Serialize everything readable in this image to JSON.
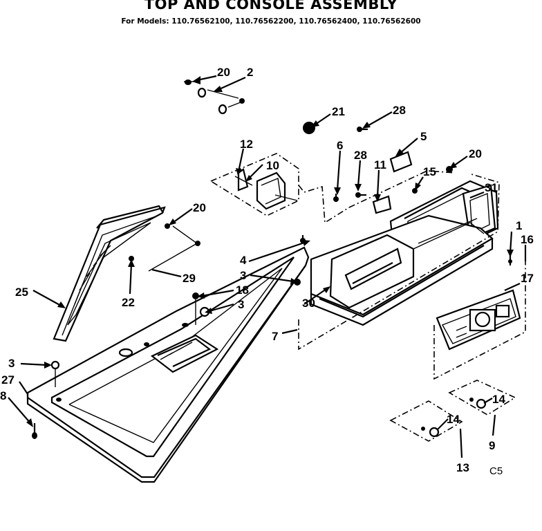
{
  "header": {
    "title": "TOP AND CONSOLE ASSEMBLY",
    "models": "For Models: 110.76562100, 110.76562200, 110.76562400, 110.76562600"
  },
  "callouts": {
    "c20a": "20",
    "c2": "2",
    "c21": "21",
    "c28a": "28",
    "c5": "5",
    "c6": "6",
    "c28b": "28",
    "c11": "11",
    "c20b": "20",
    "c15": "15",
    "c31": "31",
    "c12": "12",
    "c10": "10",
    "c20c": "20",
    "c29": "29",
    "c22": "22",
    "c25": "25",
    "c4": "4",
    "c3a": "3",
    "c18": "18",
    "c3b": "3",
    "c30": "30",
    "c7": "7",
    "c1": "1",
    "c16": "16",
    "c17": "17",
    "c3c": "3",
    "c27": "27",
    "c8": "8",
    "c14a": "14",
    "c14b": "14",
    "c9": "9",
    "c13": "13"
  },
  "footer": {
    "code": "C5"
  }
}
